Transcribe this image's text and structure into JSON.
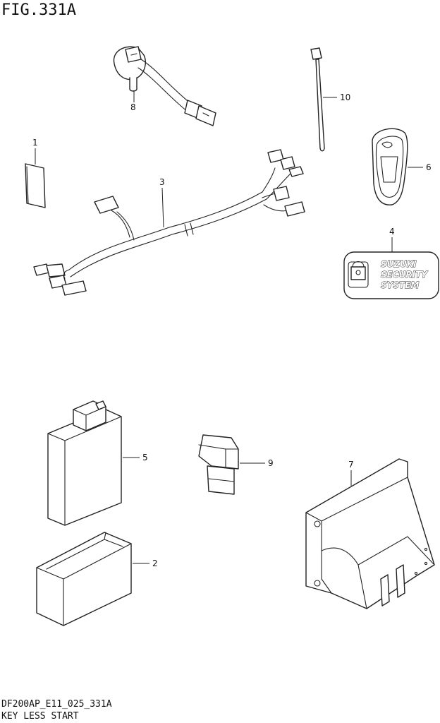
{
  "figure": {
    "title": "FIG.331A",
    "code": "DF200AP_E11_025_331A",
    "name": "KEY LESS START"
  },
  "callouts": [
    {
      "id": "1",
      "label": "1"
    },
    {
      "id": "2",
      "label": "2"
    },
    {
      "id": "3",
      "label": "3"
    },
    {
      "id": "4",
      "label": "4"
    },
    {
      "id": "5",
      "label": "5"
    },
    {
      "id": "6",
      "label": "6"
    },
    {
      "id": "7",
      "label": "7"
    },
    {
      "id": "8",
      "label": "8"
    },
    {
      "id": "9",
      "label": "9"
    },
    {
      "id": "10",
      "label": "10"
    }
  ],
  "security_label": {
    "lines": [
      "SUZUKI",
      "SECURITY",
      "SYSTEM"
    ]
  }
}
